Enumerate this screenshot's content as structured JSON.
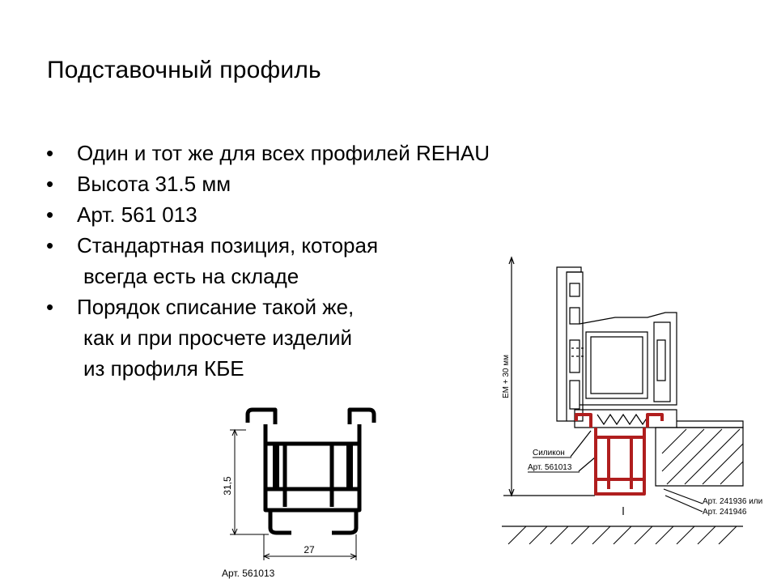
{
  "slide": {
    "title": "Подставочный профиль",
    "bullets": [
      {
        "lines": [
          "Один и тот же для всех профилей REHAU"
        ]
      },
      {
        "lines": [
          "Высота 31.5 мм"
        ]
      },
      {
        "lines": [
          "Арт. 561 013"
        ]
      },
      {
        "lines": [
          "Стандартная позиция, которая",
          "всегда есть на складе"
        ]
      },
      {
        "lines": [
          "Порядок списание такой же,",
          "как и при просчете изделий",
          "из профиля КБЕ"
        ]
      }
    ],
    "bullet_char": "•"
  },
  "left_drawing": {
    "height_dim": "31,5",
    "width_dim": "27",
    "caption": "Арт. 561013"
  },
  "right_drawing": {
    "vertical_dim": "EM + 30 мм",
    "label_silicone": "Силикон",
    "label_art": "Арт. 561013",
    "label_art2_line1": "Арт. 241936 или",
    "label_art2_line2": "Арт. 241946",
    "colors": {
      "profile_highlight": "#b01e1e",
      "line": "#000000"
    }
  }
}
